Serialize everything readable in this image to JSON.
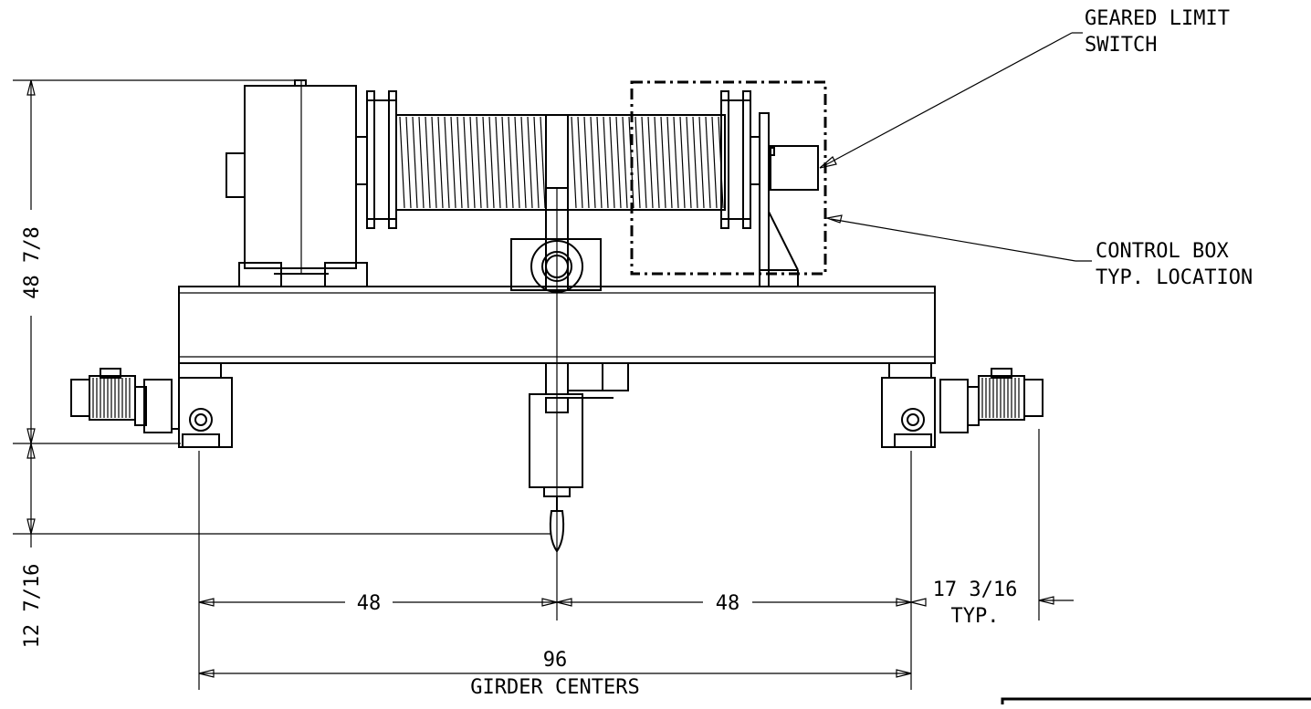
{
  "annotations": {
    "geared_limit_switch": [
      "GEARED LIMIT",
      "SWITCH"
    ],
    "control_box": [
      "CONTROL BOX",
      "TYP. LOCATION"
    ]
  },
  "dimensions": {
    "overall_height": "48 7/8",
    "hook_drop": "12 7/16",
    "left_span": "48",
    "right_span": "48",
    "girder_centers_value": "96",
    "girder_centers_label": "GIRDER CENTERS",
    "end_overhang": "17 3/16",
    "end_overhang_note": "TYP."
  }
}
